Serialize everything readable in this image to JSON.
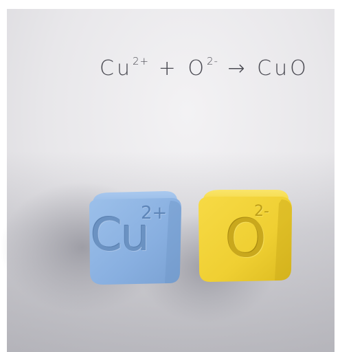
{
  "handwriting": {
    "cu": "Cu",
    "cu_charge": "2+",
    "plus": "+",
    "o": "O",
    "o_charge": "2-",
    "arrow": "→",
    "product": "CuO"
  },
  "cubes": {
    "copper": {
      "symbol": "Cu",
      "charge": "2+",
      "color": "#8db3e2"
    },
    "oxygen": {
      "symbol": "O",
      "charge": "2-",
      "color": "#f2d23a"
    }
  }
}
